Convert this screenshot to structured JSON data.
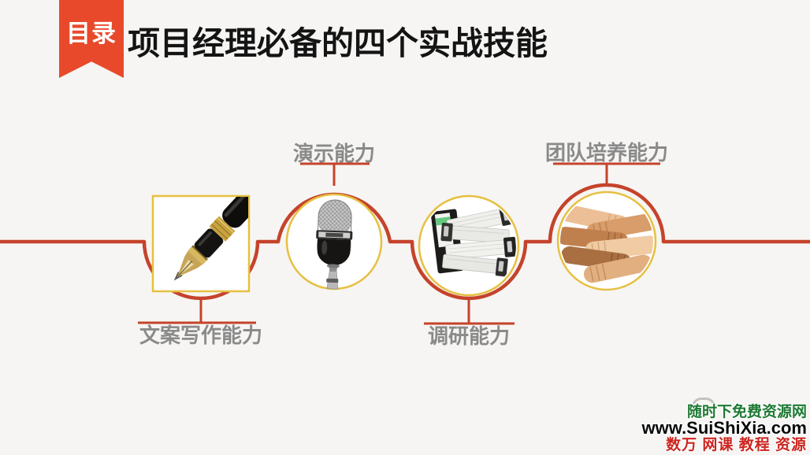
{
  "slide": {
    "toc_ribbon": "目录",
    "title": "项目经理必备的四个实战技能"
  },
  "skills": [
    {
      "label": "文案写作能力",
      "image": "fountain-pen-photo",
      "frame": "square",
      "label_position": "below"
    },
    {
      "label": "演示能力",
      "image": "vintage-microphone-photo",
      "frame": "circle",
      "label_position": "above"
    },
    {
      "label": "调研能力",
      "image": "stacked-binders-photo",
      "frame": "circle",
      "label_position": "below"
    },
    {
      "label": "团队培养能力",
      "image": "stacked-hands-photo",
      "frame": "circle",
      "label_position": "above"
    }
  ],
  "watermark": {
    "site_name": "随时下免费资源网",
    "url": "www.SuiShiXia.com",
    "tagline": "数万 网课 教程 资源"
  },
  "colors": {
    "background": "#f6f5f3",
    "ribbon_red": "#e8492b",
    "timeline_red": "#c5432b",
    "frame_yellow": "#e6c041",
    "label_gray": "#8a8a8a",
    "title_black": "#141414",
    "watermark_green": "#1e7a33",
    "watermark_black": "#0a0a0a",
    "watermark_red": "#cc2520"
  }
}
